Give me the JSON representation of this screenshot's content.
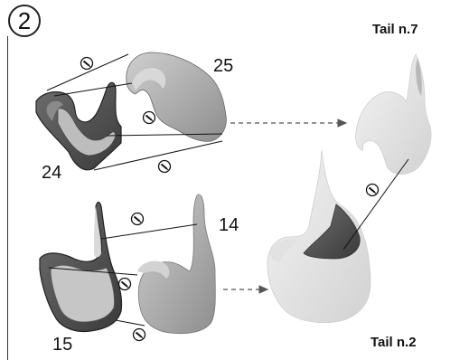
{
  "step": {
    "number": "2"
  },
  "parts": {
    "p25": "25",
    "p24": "24",
    "p14": "14",
    "p15": "15"
  },
  "tails": {
    "top": "Tail n.7",
    "bottom": "Tail n.2"
  },
  "icons": {
    "glue": "glue-bottle-icon",
    "arrow": "dashed-arrow"
  },
  "colors": {
    "light_part": "#e6e6e6",
    "mid_part": "#a9a9a9",
    "dark_part": "#505050",
    "outline": "#222222"
  }
}
